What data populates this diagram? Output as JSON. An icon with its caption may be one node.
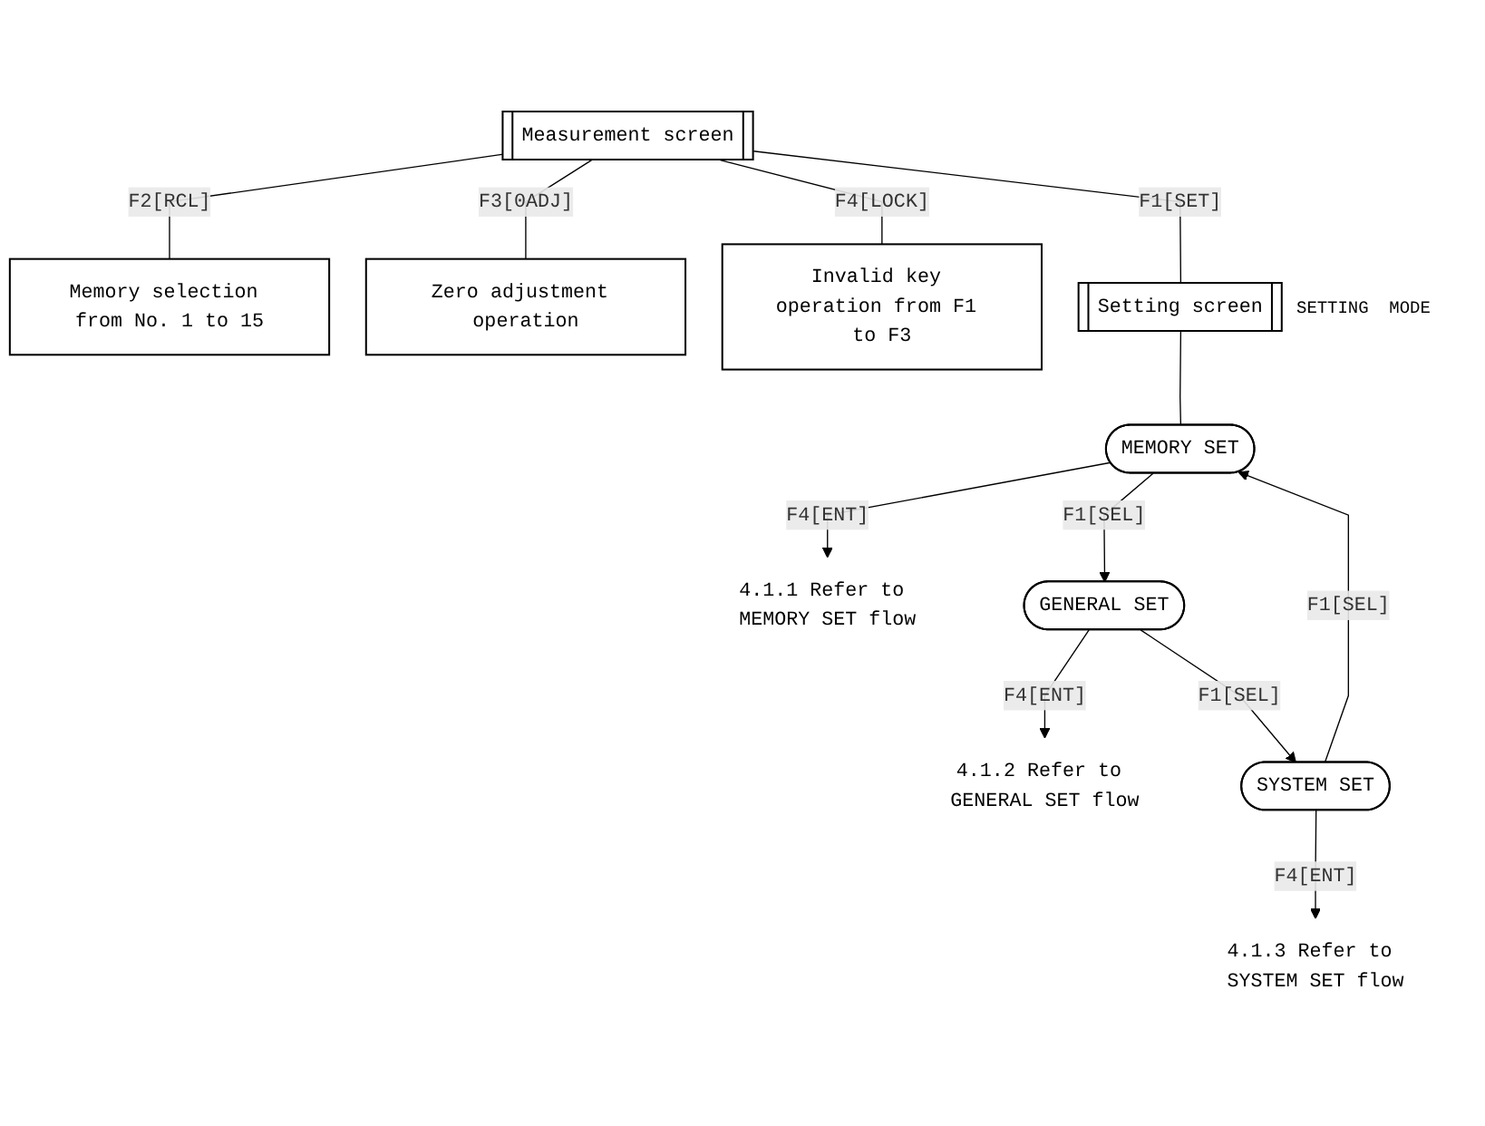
{
  "diagram": {
    "nodes": [
      {
        "text": [
          "Measurement screen"
        ]
      },
      {
        "text": [
          "Memory selection from No. 1 to 15"
        ]
      },
      {
        "text": [
          "Zero adjustment operation"
        ]
      },
      {
        "text": [
          "Invalid key operation from F1 to F3"
        ]
      },
      {
        "text": [
          "Setting screen"
        ],
        "beside": [
          "SETTING  MODE"
        ]
      },
      {
        "text": [
          "MEMORY SET"
        ]
      },
      {
        "text": [
          "GENERAL SET"
        ]
      },
      {
        "text": [
          "SYSTEM SET"
        ]
      },
      {
        "text": [
          "4.1.1 Refer to MEMORY SET flow"
        ]
      },
      {
        "text": [
          "4.1.2 Refer to GENERAL SET flow"
        ]
      },
      {
        "text": [
          "4.1.3 Refer to SYSTEM SET flow"
        ]
      }
    ],
    "edges": [
      {
        "from": 0,
        "to": 1,
        "arrow": "none",
        "label": "F2[RCL]"
      },
      {
        "from": 0,
        "to": 2,
        "arrow": "none",
        "label": "F3[0ADJ]"
      },
      {
        "from": 0,
        "to": 3,
        "arrow": "none",
        "label": "F4[LOCK]"
      },
      {
        "from": 0,
        "to": 4,
        "arrow": "none",
        "label": "F1[SET]"
      },
      {
        "from": 4,
        "to": 5,
        "arrow": "none"
      },
      {
        "from": 5,
        "to": 8,
        "arrow": "to",
        "label": "F4[ENT]"
      },
      {
        "from": 5,
        "to": 6,
        "arrow": "to",
        "label": "F1[SEL]"
      },
      {
        "from": 6,
        "to": 9,
        "arrow": "to",
        "label": "F4[ENT]"
      },
      {
        "from": 6,
        "to": 7,
        "arrow": "to",
        "label": "F1[SEL]"
      },
      {
        "from": 7,
        "to": 10,
        "arrow": "to",
        "label": "F4[ENT]"
      },
      {
        "from": 7,
        "to": 5,
        "arrow": "to",
        "label": "F1[SEL]"
      }
    ]
  }
}
